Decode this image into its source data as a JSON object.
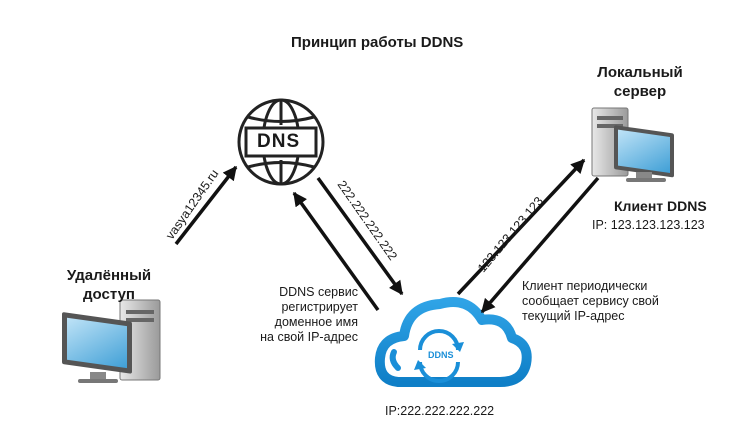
{
  "title": "Принцип работы DDNS",
  "dns_globe": {
    "label": "DNS",
    "icon": "globe-icon"
  },
  "local_server": {
    "title_line1": "Локальный",
    "title_line2": "сервер",
    "client_label": "Клиент DDNS",
    "ip_label": "IP: 123.123.123.123",
    "icon": "computer-icon"
  },
  "remote_access": {
    "title_line1": "Удалённый",
    "title_line2": "доступ",
    "icon": "computer-icon"
  },
  "ddns_cloud": {
    "label": "DDNS",
    "ip_label": "IP:222.222.222.222",
    "icon": "cloud-sync-icon"
  },
  "arrows": {
    "remote_to_dns": "vasya12345.ru",
    "dns_to_cloud": "222.222.222.222",
    "cloud_to_server": "123.123.123.123"
  },
  "notes": {
    "ddns_service": [
      "DDNS сервис",
      "регистрирует",
      "доменное имя",
      "на свой IP-адрес"
    ],
    "client_reports": [
      "Клиент периодически",
      "сообщает сервису свой",
      "текущий IP-адрес"
    ]
  },
  "colors": {
    "cloud_blue": "#1a8fd8",
    "screen_blue": "#4aa6d9",
    "case_gray": "#b8b8b8",
    "arrow": "#111111"
  }
}
